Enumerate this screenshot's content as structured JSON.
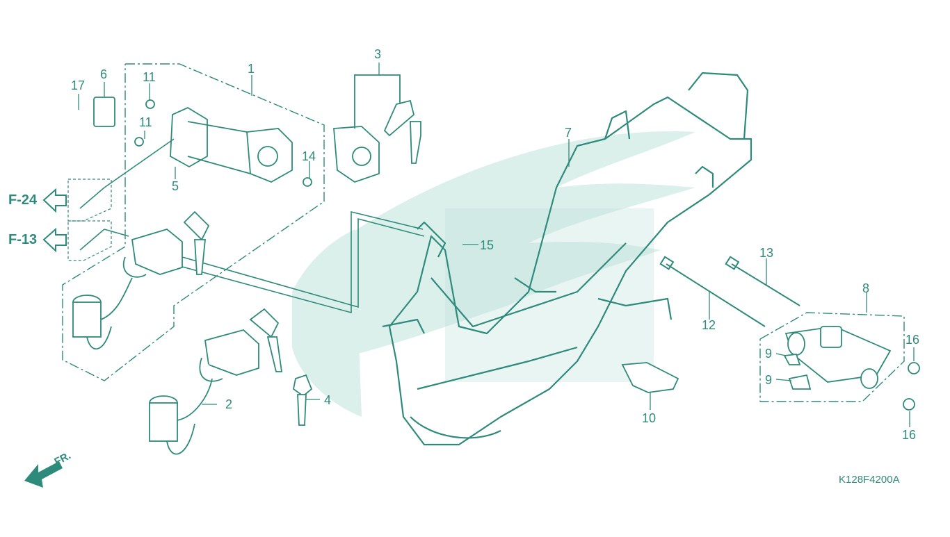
{
  "diagram": {
    "line_color": "#2e8a7a",
    "watermark_color": "#cfe9e4",
    "callouts": [
      "1",
      "2",
      "3",
      "4",
      "5",
      "6",
      "7",
      "8",
      "9",
      "9",
      "10",
      "11",
      "11",
      "12",
      "13",
      "14",
      "15",
      "16",
      "16",
      "17"
    ],
    "references": {
      "f24": "F-24",
      "f13": "F-13"
    },
    "front_label": "FR.",
    "drawing_code": "K128F4200A"
  }
}
